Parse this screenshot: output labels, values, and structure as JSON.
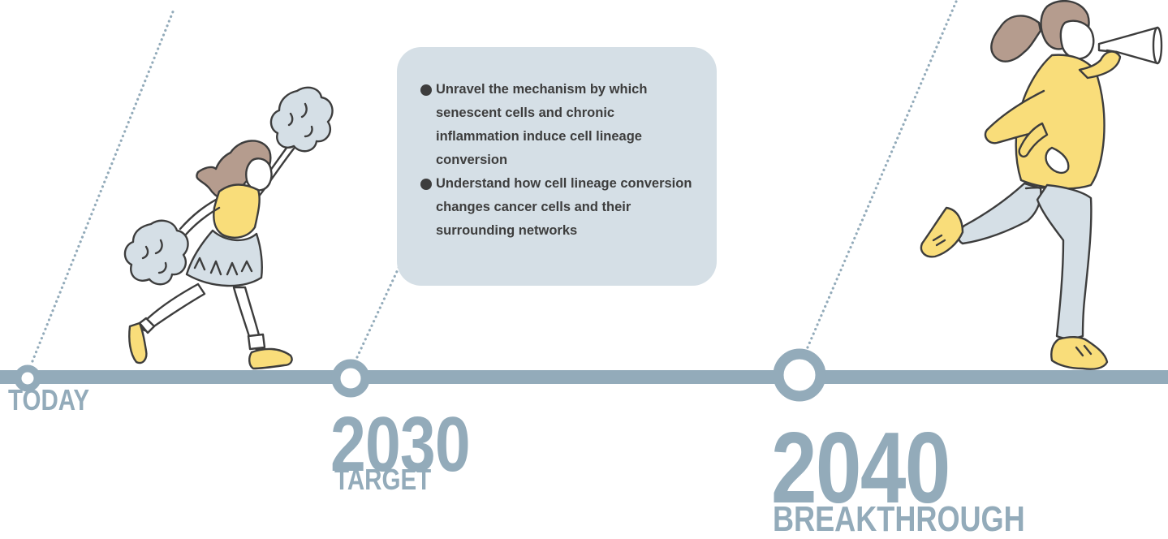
{
  "timeline": {
    "milestones": [
      {
        "id": "today",
        "label": "TODAY"
      },
      {
        "id": "2030",
        "year": "2030",
        "label": "TARGET"
      },
      {
        "id": "2040",
        "year": "2040",
        "label": "BREAKTHROUGH"
      }
    ]
  },
  "goals": {
    "items": [
      "Unravel the mechanism by which senescent cells and chronic inflammation induce cell lineage conversion",
      "Understand how cell lineage conversion changes cancer cells and their surrounding networks"
    ]
  },
  "colors": {
    "timeline": "#93abba",
    "accent_yellow": "#f9dd7a",
    "light_blue": "#d5dfe6",
    "outline": "#3d3d3d"
  },
  "icons": [
    "cheerleader-girl-illustration",
    "running-woman-megaphone-illustration"
  ]
}
